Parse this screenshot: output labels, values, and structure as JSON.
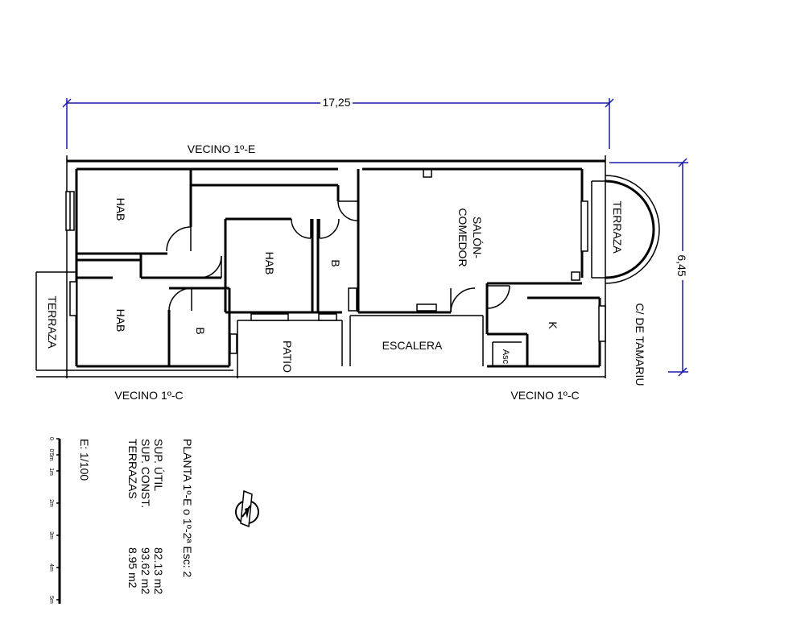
{
  "dimensions": {
    "width_label": "17,25",
    "height_label": "6,45",
    "color": "#1a1aa8"
  },
  "labels": {
    "vecino_top": "VECINO 1º-E",
    "vecino_bottom_left": "VECINO 1º-C",
    "vecino_bottom_right": "VECINO 1º-C",
    "street": "C/ DE TAMARIU",
    "hab_top_left": "HAB",
    "hab_bottom_left": "HAB",
    "hab_center": "HAB",
    "bath_center": "B",
    "bath_left": "B",
    "salon_line1": "SALÓN-",
    "salon_line2": "COMEDOR",
    "terraza_right": "TERRAZA",
    "terraza_left": "TERRAZA",
    "patio": "PATIO",
    "escalera": "ESCALERA",
    "kitchen": "K",
    "lift": "Asc"
  },
  "legend": {
    "title": "PLANTA 1º-E o 1º-2ª Esc: 2",
    "rows": [
      {
        "label": "SUP. ÚTIL",
        "value": "82.13 m2"
      },
      {
        "label": "SUP. CONST.",
        "value": "93.62 m2"
      },
      {
        "label": "TERRAZAS",
        "value": "8.95 m2"
      }
    ],
    "scale": "E: 1/100",
    "scale_ticks": [
      "0",
      "0'5m",
      "1m",
      "2m",
      "3m",
      "4m",
      "5m"
    ]
  },
  "compass": {
    "icon": "north-arrow-icon"
  }
}
